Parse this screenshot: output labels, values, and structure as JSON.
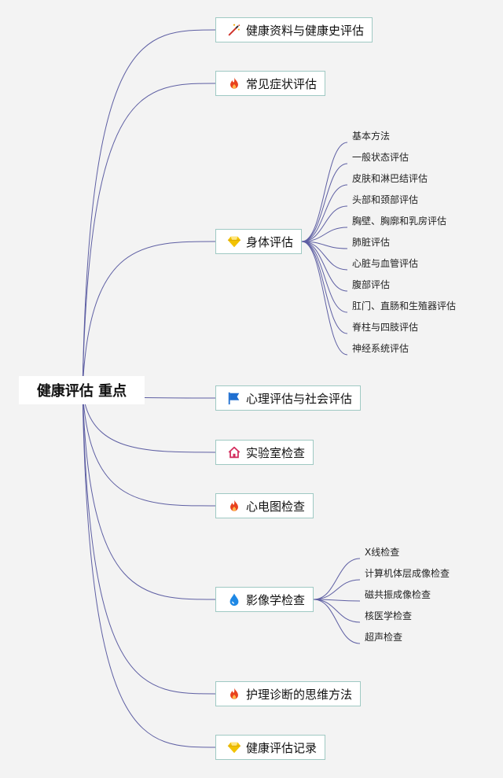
{
  "root": {
    "label": "健康评估 重点"
  },
  "topics": [
    {
      "label": "健康资料与健康史评估",
      "icon": "wand-sparkle-icon",
      "icon_color": "#d0342c",
      "children": []
    },
    {
      "label": "常见症状评估",
      "icon": "fire-icon",
      "icon_color": "#e8411d",
      "children": []
    },
    {
      "label": "身体评估",
      "icon": "diamond-icon",
      "icon_color": "#f2c200",
      "children": [
        "基本方法",
        "一般状态评估",
        "皮肤和淋巴结评估",
        "头部和颈部评估",
        "胸壁、胸廓和乳房评估",
        "肺脏评估",
        "心脏与血管评估",
        "腹部评估",
        "肛门、直肠和生殖器评估",
        "脊柱与四肢评估",
        "神经系统评估"
      ]
    },
    {
      "label": "心理评估与社会评估",
      "icon": "flag-icon",
      "icon_color": "#1f6fd0",
      "children": []
    },
    {
      "label": "实验室检查",
      "icon": "house-icon",
      "icon_color": "#d43060",
      "children": []
    },
    {
      "label": "心电图检查",
      "icon": "fire-icon",
      "icon_color": "#e8411d",
      "children": []
    },
    {
      "label": "影像学检查",
      "icon": "water-drop-icon",
      "icon_color": "#1e88e5",
      "children": [
        "X线检查",
        "计算机体层成像检查",
        "磁共振成像检查",
        "核医学检查",
        "超声检查"
      ]
    },
    {
      "label": "护理诊断的思维方法",
      "icon": "fire-icon",
      "icon_color": "#e8411d",
      "children": []
    },
    {
      "label": "健康评估记录",
      "icon": "diamond-icon",
      "icon_color": "#f2c200",
      "children": []
    }
  ],
  "colors": {
    "branch_line": "#5e5fa3",
    "node_border": "#9fc9c3",
    "background": "#f3f3f3"
  }
}
